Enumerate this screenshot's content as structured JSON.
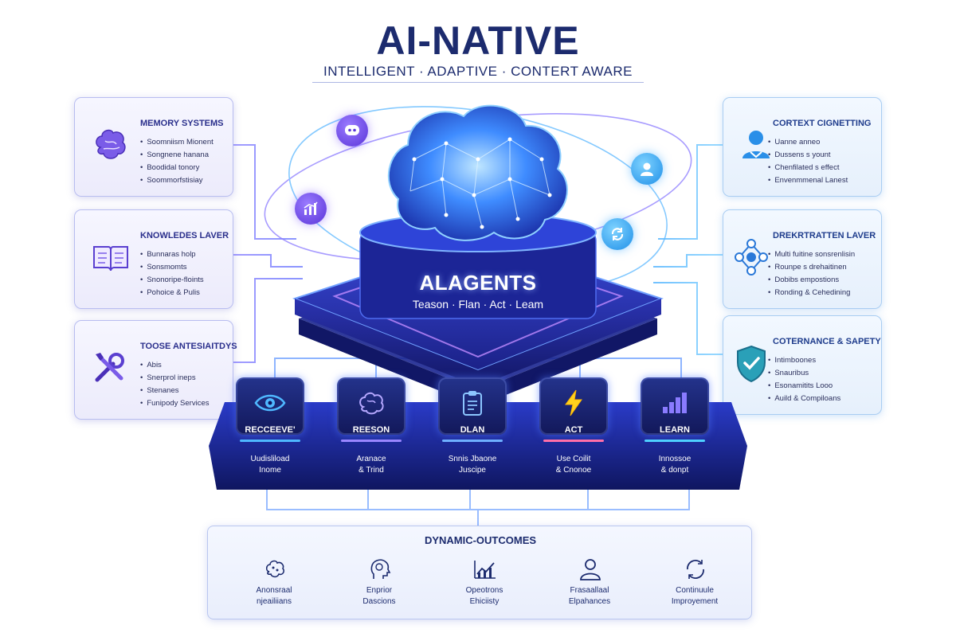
{
  "header": {
    "title": "AI-NATIVE",
    "subtitle": "INTELLIGENT · ADAPTIVE · CONTERT AWARE"
  },
  "left_cards": [
    {
      "heading": "MEMORY SYSTEMS",
      "icon": "brain-memory-icon",
      "items": [
        "Soomniism Mionent",
        "Songnene hanana",
        "Boodidal tonory",
        "Soommorfstisiay"
      ]
    },
    {
      "heading": "KNOWLEDES LAVER",
      "icon": "book-icon",
      "items": [
        "Bunnaras holp",
        "Sonsmomts",
        "Snonoripe-floints",
        "Pohoice & Pulis"
      ]
    },
    {
      "heading": "TOOSE ANTESIAITDYS",
      "icon": "tools-icon",
      "items": [
        "Abis",
        "Snerprol ineps",
        "Stenanes",
        "Funipody Services"
      ]
    }
  ],
  "right_cards": [
    {
      "heading": "CORTEXT CIGNETTING",
      "icon": "user-context-icon",
      "items": [
        "Uanne anneo",
        "Dussens s yount",
        "Chenfilated s effect",
        "Envenmmenal Lanest"
      ]
    },
    {
      "heading": "DREKRTRATTEN LAVER",
      "icon": "network-icon",
      "items": [
        "Multi fuitine sonsrenlisin",
        "Rounpe s drehaitinen",
        "Dobibs empostions",
        "Ronding & Cehedining"
      ]
    },
    {
      "heading": "COTERNANCE & SAPETY",
      "icon": "shield-check-icon",
      "items": [
        "Intimboones",
        "Snauribus",
        "Esonamitits Looo",
        "Auild & Compiloans"
      ]
    }
  ],
  "orbit_nodes": [
    {
      "icon": "chat-icon",
      "color": "purple"
    },
    {
      "icon": "analytics-icon",
      "color": "purple"
    },
    {
      "icon": "user-icon",
      "color": "blue"
    },
    {
      "icon": "sync-icon",
      "color": "blue"
    }
  ],
  "core": {
    "title": "ALAGENTS",
    "subtitle": "Teason · Flan · Act · Leam"
  },
  "steps": [
    {
      "label": "RECCEEVE'",
      "desc_1": "Uudisliload",
      "desc_2": "Inome",
      "icon": "eye-icon",
      "accent": "#4fb8ff"
    },
    {
      "label": "REESON",
      "desc_1": "Aranace",
      "desc_2": "& Trind",
      "icon": "brain-icon",
      "accent": "#9a86ff"
    },
    {
      "label": "DLAN",
      "desc_1": "Snnis Jbaone",
      "desc_2": "Juscipe",
      "icon": "clipboard-icon",
      "accent": "#6fb0ff"
    },
    {
      "label": "ACT",
      "desc_1": "Use Coilit",
      "desc_2": "& Cnonoe",
      "icon": "lightning-icon",
      "accent": "#ff6fa8"
    },
    {
      "label": "LEARN",
      "desc_1": "Innossoe",
      "desc_2": "& donpt",
      "icon": "growth-bars-icon",
      "accent": "#4fd0ff"
    }
  ],
  "outcomes": {
    "title": "DYNAMIC-OUTCOMES",
    "items": [
      {
        "line_1": "Anonsraal",
        "line_2": "njeailiians",
        "icon": "network-brain-icon"
      },
      {
        "line_1": "Enprior",
        "line_2": "Dascions",
        "icon": "head-bulb-icon"
      },
      {
        "line_1": "Opeotrons",
        "line_2": "Ehiciisty",
        "icon": "line-chart-icon"
      },
      {
        "line_1": "Frasaallaal",
        "line_2": "Elpahances",
        "icon": "person-icon"
      },
      {
        "line_1": "Continuule",
        "line_2": "Improyement",
        "icon": "cycle-icon"
      }
    ]
  },
  "colors": {
    "navy": "#1c2b6e",
    "purple_accent": "#6a4cf0",
    "blue_accent": "#2a9df4",
    "core_dark": "#121a66"
  }
}
